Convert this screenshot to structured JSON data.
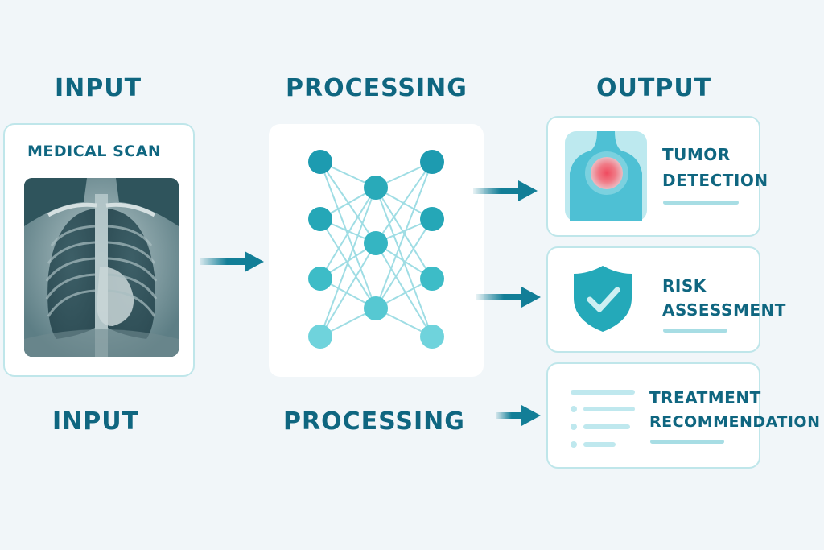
{
  "headings": {
    "input_top": "INPUT",
    "processing_top": "PROCESSING",
    "output_top": "OUTPUT",
    "input_bottom": "INPUT",
    "processing_bottom": "PROCESSING"
  },
  "input_card": {
    "title": "MEDICAL SCAN"
  },
  "outputs": [
    {
      "line1": "TUMOR",
      "line2": "DETECTION",
      "icon": "torso-tumor-icon"
    },
    {
      "line1": "RISK",
      "line2": "ASSESSMENT",
      "icon": "shield-check-icon"
    },
    {
      "line1": "TREATMENT",
      "line2": "RECOMMENDATION",
      "icon": "list-icon"
    }
  ],
  "colors": {
    "heading": "#0f6680",
    "arrow": "#127e97",
    "node_dark": "#1d9bb0",
    "node_light": "#6fd3dc",
    "card_border": "#bfe6ea",
    "tumor": "#ef4b5f"
  }
}
